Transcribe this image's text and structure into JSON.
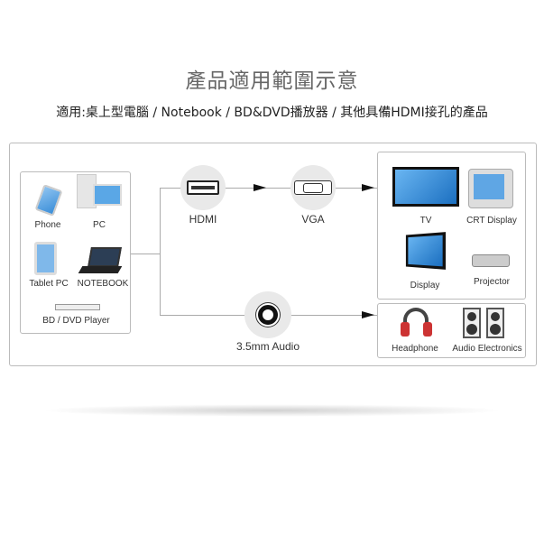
{
  "title": "產品適用範圍示意",
  "subtitle": "適用:桌上型電腦 / Notebook / BD&DVD播放器 / 其他具備HDMI接孔的產品",
  "sources": {
    "phone": "Phone",
    "pc": "PC",
    "tablet": "Tablet PC",
    "notebook": "NOTEBOOK",
    "player": "BD / DVD Player"
  },
  "connectors": {
    "hdmi": "HDMI",
    "vga": "VGA",
    "audio": "3.5mm Audio"
  },
  "outputs": {
    "tv": "TV",
    "crt": "CRT Display",
    "display": "Display",
    "projector": "Projector",
    "headphone": "Headphone",
    "audio_electronics": "Audio Electronics"
  },
  "colors": {
    "screen": "#3b8ed8",
    "line": "#aaaaaa",
    "circle": "#e9e9e9"
  }
}
